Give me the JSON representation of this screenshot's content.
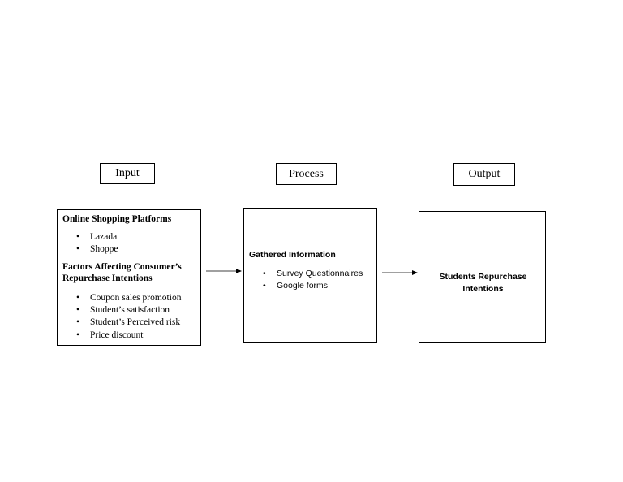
{
  "stages": {
    "input": {
      "label": "Input"
    },
    "process": {
      "label": "Process"
    },
    "output": {
      "label": "Output"
    }
  },
  "input_box": {
    "heading1": "Online Shopping Platforms",
    "platforms": [
      "Lazada",
      "Shoppe"
    ],
    "heading2": "Factors Affecting Consumer’s Repurchase Intentions",
    "factors": [
      "Coupon sales promotion",
      "Student’s satisfaction",
      "Student’s Perceived risk",
      "Price discount"
    ]
  },
  "process_box": {
    "heading": "Gathered Information",
    "items": [
      "Survey Questionnaires",
      "Google forms"
    ]
  },
  "output_box": {
    "text": "Students Repurchase Intentions"
  }
}
